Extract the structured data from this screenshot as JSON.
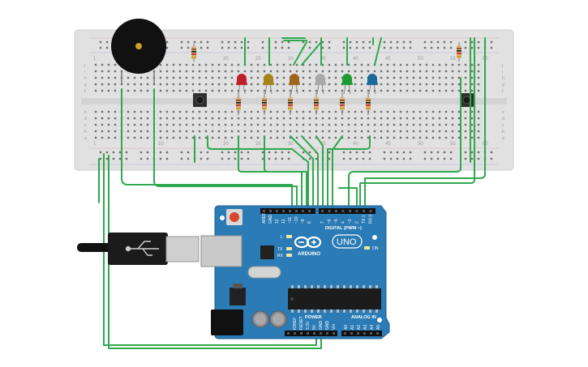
{
  "breadboard": {
    "column_numbers": [
      "1",
      "10",
      "20",
      "25",
      "30",
      "35",
      "40",
      "45",
      "50",
      "55",
      "60"
    ],
    "row_letters_top": [
      "j",
      "i",
      "h",
      "g",
      "f"
    ],
    "row_letters_bottom": [
      "e",
      "d",
      "c",
      "b",
      "a"
    ]
  },
  "arduino": {
    "logo_text": "ARDUINO",
    "model": "UNO",
    "digital_header_label": "DIGITAL (PWM ~)",
    "power_label": "POWER",
    "analog_label": "ANALOG IN",
    "on_label": "ON",
    "l_label": "L",
    "tx_label": "TX",
    "rx_label": "RX",
    "digital_pins": [
      "AREF",
      "GND",
      "13",
      "12",
      "~11",
      "~10",
      "~9",
      "8",
      "7",
      "~6",
      "~5",
      "4",
      "~3",
      "2",
      "TX 1",
      "RX 0"
    ],
    "power_pins": [
      "IOREF",
      "RESET",
      "3.3V",
      "5V",
      "GND",
      "GND",
      "Vin"
    ],
    "analog_pins": [
      "A0",
      "A1",
      "A2",
      "A3",
      "A4",
      "A5"
    ]
  },
  "components": {
    "leds": [
      {
        "name": "red",
        "color": "#c0202a"
      },
      {
        "name": "orange",
        "color": "#a5851a"
      },
      {
        "name": "brown",
        "color": "#a0651c"
      },
      {
        "name": "white",
        "color": "#a8a8a8"
      },
      {
        "name": "green",
        "color": "#1e9a32"
      },
      {
        "name": "blue",
        "color": "#1c6a99"
      }
    ],
    "buzzer": "piezo",
    "wire_color": "#2fa84f"
  }
}
